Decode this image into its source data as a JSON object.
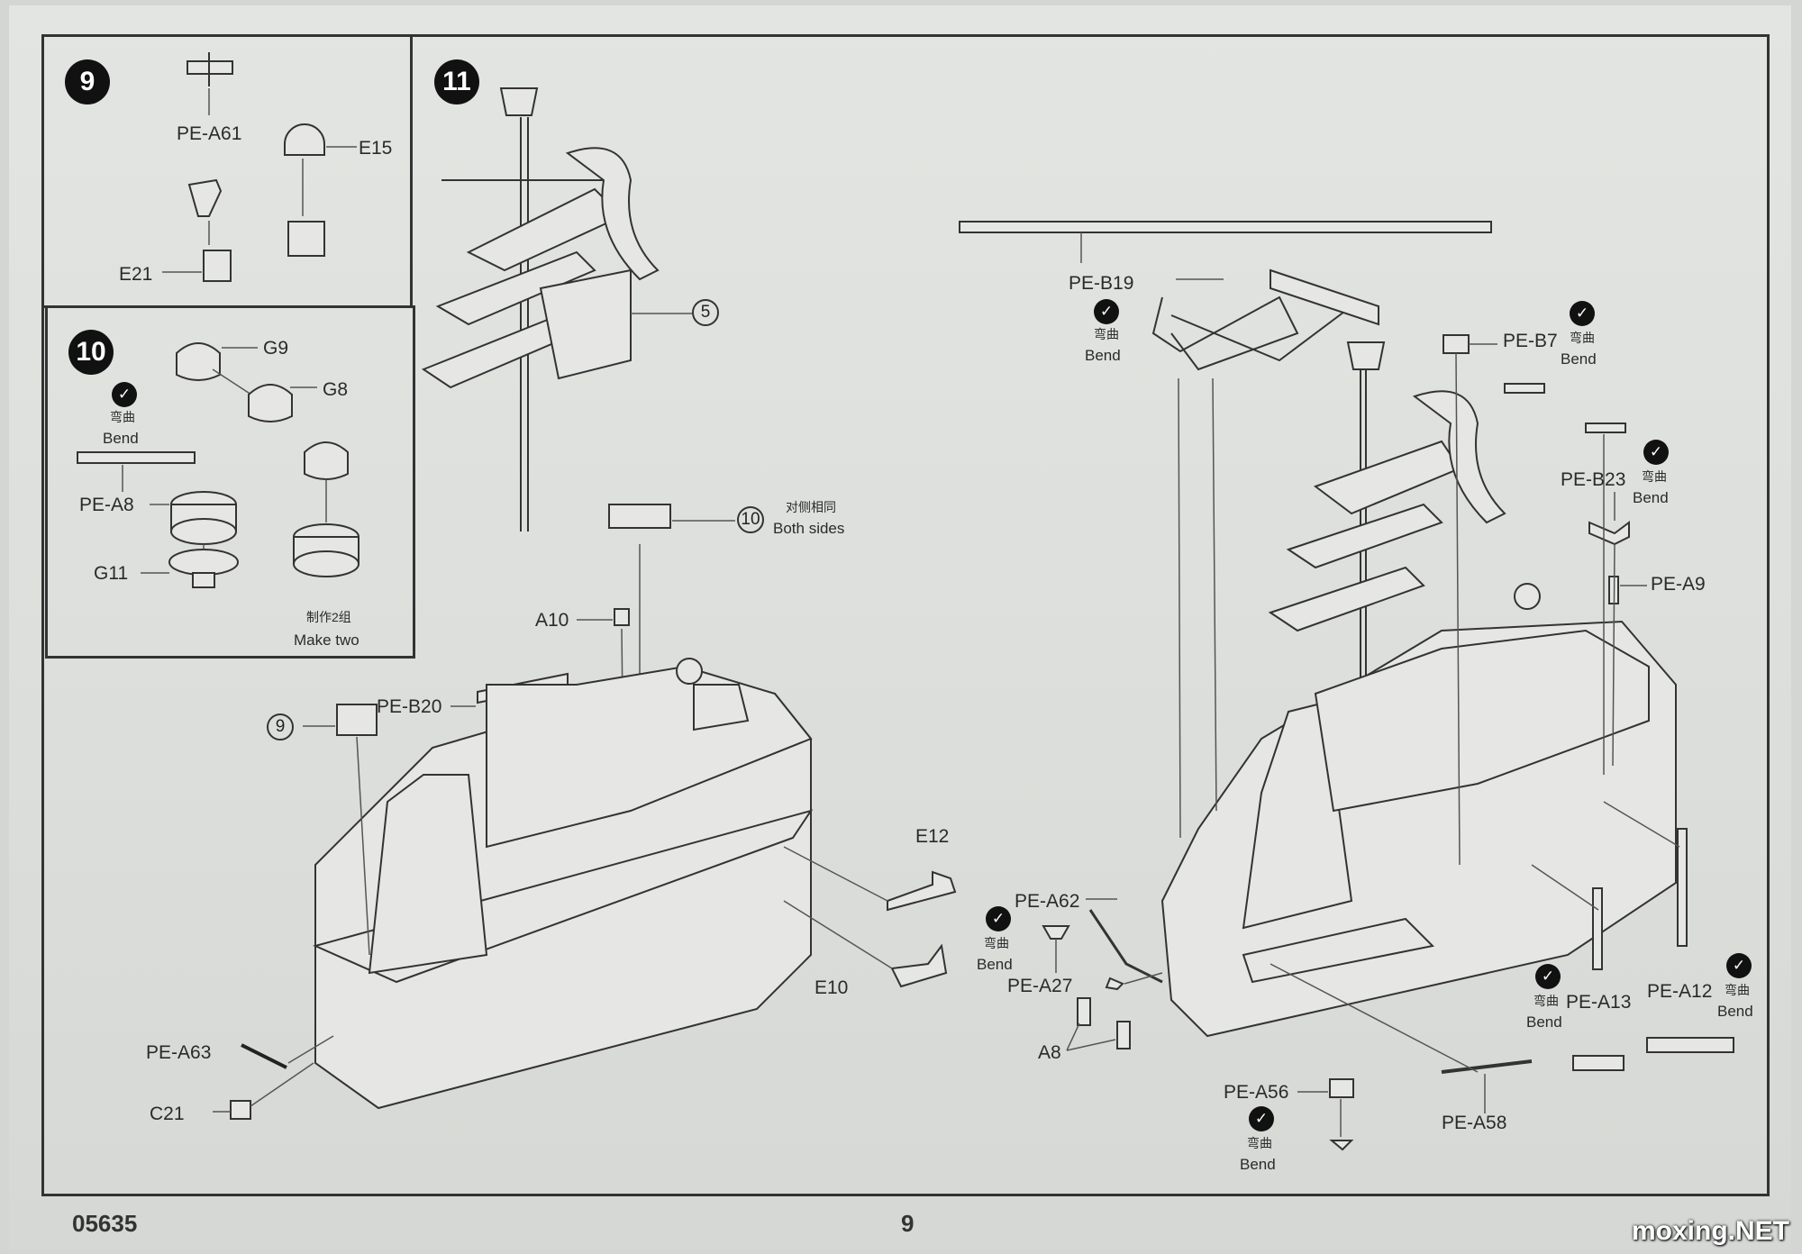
{
  "footer": {
    "code": "05635",
    "page": "9"
  },
  "watermark": "moxing.NET",
  "bend": {
    "cn": "弯曲",
    "en": "Bend"
  },
  "step9": {
    "number": "9",
    "parts": {
      "pe_a61": "PE-A61",
      "e15": "E15",
      "e21": "E21"
    }
  },
  "step10": {
    "number": "10",
    "parts": {
      "g9": "G9",
      "g8": "G8",
      "pe_a8": "PE-A8",
      "g11": "G11"
    },
    "make_two_cn": "制作2组",
    "make_two_en": "Make two"
  },
  "step11": {
    "number": "11",
    "callouts": {
      "five": "5",
      "ten": "10",
      "nine": "9"
    },
    "both_sides_cn": "对侧相同",
    "both_sides_en": "Both sides",
    "parts": {
      "a10": "A10",
      "pe_b20": "PE-B20",
      "e12": "E12",
      "e10": "E10",
      "pe_a63": "PE-A63",
      "c21": "C21"
    }
  },
  "right_view": {
    "parts": {
      "pe_b19": "PE-B19",
      "pe_b7": "PE-B7",
      "pe_b23": "PE-B23",
      "pe_a9": "PE-A9",
      "pe_a62": "PE-A62",
      "pe_a27": "PE-A27",
      "a8": "A8",
      "pe_a56": "PE-A56",
      "pe_a58": "PE-A58",
      "pe_a13": "PE-A13",
      "pe_a12": "PE-A12"
    }
  },
  "icons": [
    "bend-icon"
  ]
}
